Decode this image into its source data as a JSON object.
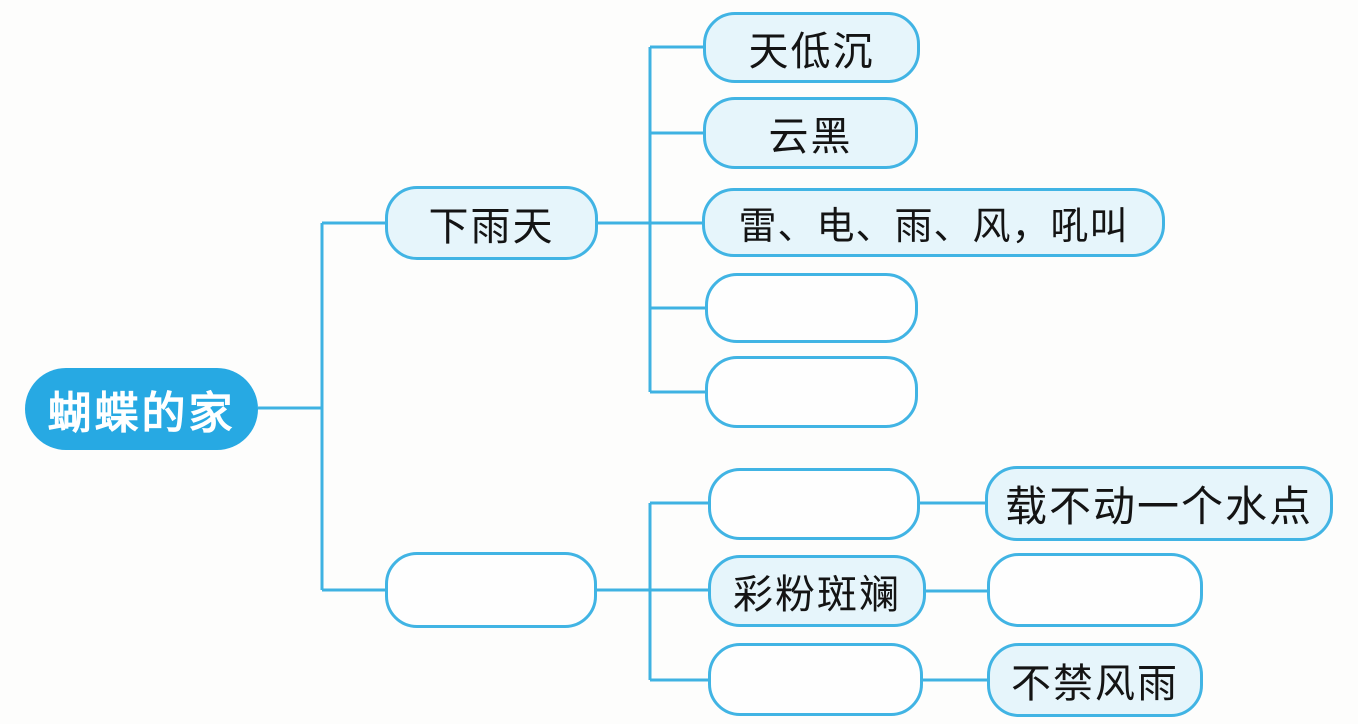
{
  "root": {
    "label": "蝴蝶的家"
  },
  "branches": [
    {
      "label": "下雨天",
      "children": [
        {
          "label": "天低沉"
        },
        {
          "label": "云黑"
        },
        {
          "label": "雷、电、雨、风，吼叫"
        },
        {
          "label": ""
        },
        {
          "label": ""
        }
      ]
    },
    {
      "label": "",
      "children": [
        {
          "label": "",
          "detail": "载不动一个水点"
        },
        {
          "label": "彩粉斑斓",
          "detail": ""
        },
        {
          "label": "",
          "detail": "不禁风雨"
        }
      ]
    }
  ],
  "colors": {
    "root_fill": "#27a9e3",
    "root_text": "#ffffff",
    "box_border": "#41b4e4",
    "box_fill": "#e6f5fb",
    "blank_box_fill": "#fefefe",
    "connector": "#3fb2e2",
    "text": "#141414",
    "background": "#fdfdfc"
  }
}
